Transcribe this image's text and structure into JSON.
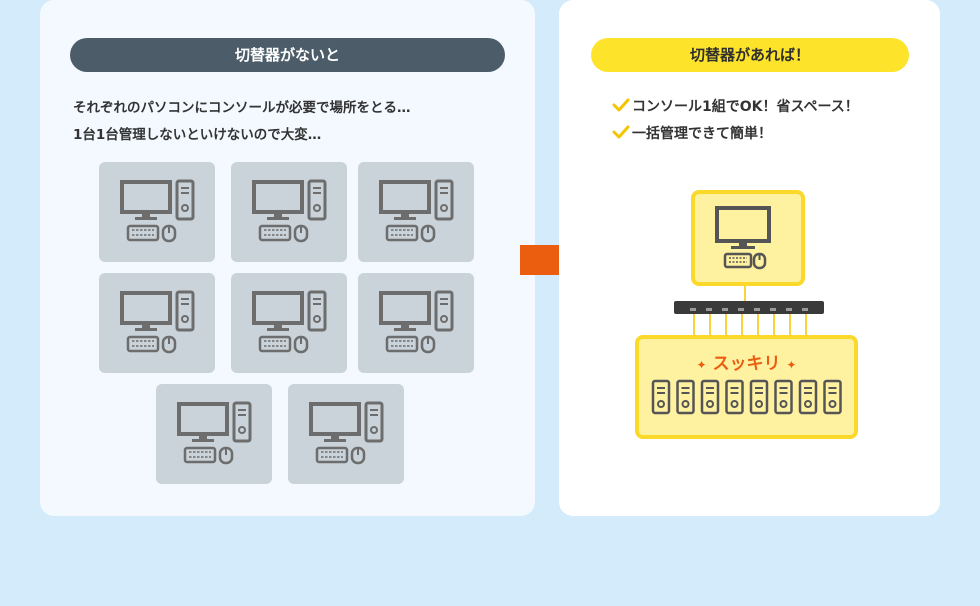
{
  "left_panel": {
    "title": "切替器がないと",
    "lines": [
      "それぞれのパソコンにコンソールが必要で場所をとる…",
      "1台1台管理しないといけないので大変…"
    ]
  },
  "right_panel": {
    "title": "切替器があれば！",
    "checks": [
      "コンソール1組でOK！省スペース！",
      "一括管理できて簡単！"
    ],
    "highlight": "スッキリ"
  },
  "colors": {
    "background": "#d3ebfa",
    "left_pill": "#4c5d69",
    "right_pill": "#fde32a",
    "arrow": "#eb5d0f",
    "pc_tile": "#c9d3d9",
    "icon_gray": "#6d6d6d",
    "yellow_fill": "#fef2a1",
    "yellow_border": "#fbd92a"
  },
  "icons": {
    "pc": "desktop-computer-icon",
    "check": "check-mark-icon",
    "arrow": "right-arrow-icon",
    "server": "server-tower-icon"
  }
}
